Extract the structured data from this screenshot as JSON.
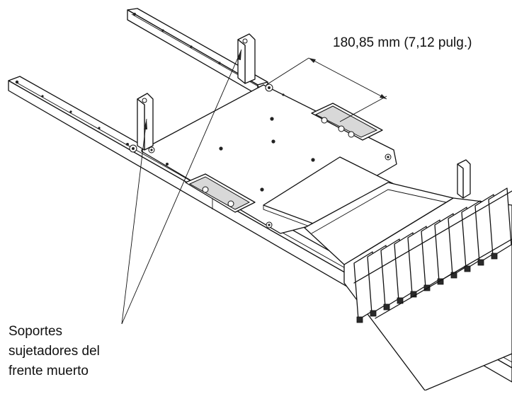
{
  "dimension": {
    "label": "180,85 mm (7,12 pulg.)"
  },
  "callout": {
    "lines": [
      "Soportes",
      "sujetadores del",
      "frente muerto"
    ]
  },
  "colors": {
    "ink": "#111111",
    "paper": "#ffffff",
    "shade": "#d8d8d8"
  }
}
